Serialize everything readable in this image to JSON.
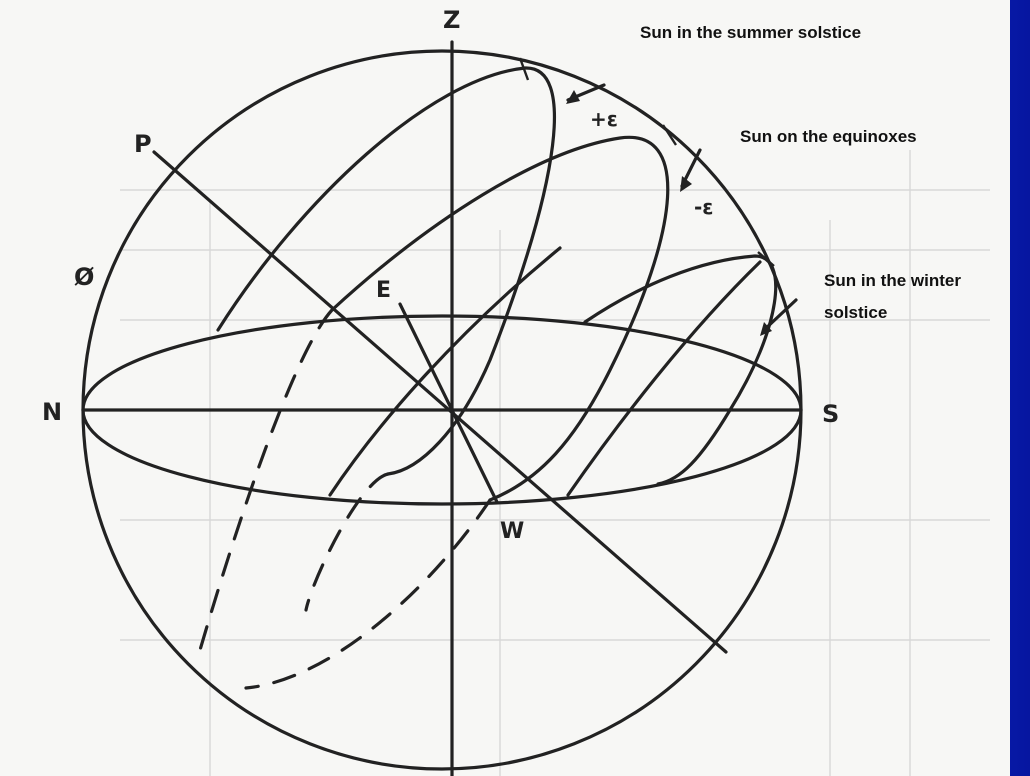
{
  "labels": {
    "zenith": "Z",
    "pole": "P",
    "north": "N",
    "south": "S",
    "east": "E",
    "west": "W",
    "latitude": "Ø",
    "plus_epsilon": "+ε",
    "minus_epsilon": "-ε"
  },
  "annotations": {
    "summer": "Sun in the summer solstice",
    "equinox": "Sun on the equinoxes",
    "winter_line1": "Sun in the winter",
    "winter_line2": "solstice"
  },
  "colors": {
    "background": "#0b1fb5",
    "paper": "#f7f7f5",
    "ink": "#222222"
  }
}
